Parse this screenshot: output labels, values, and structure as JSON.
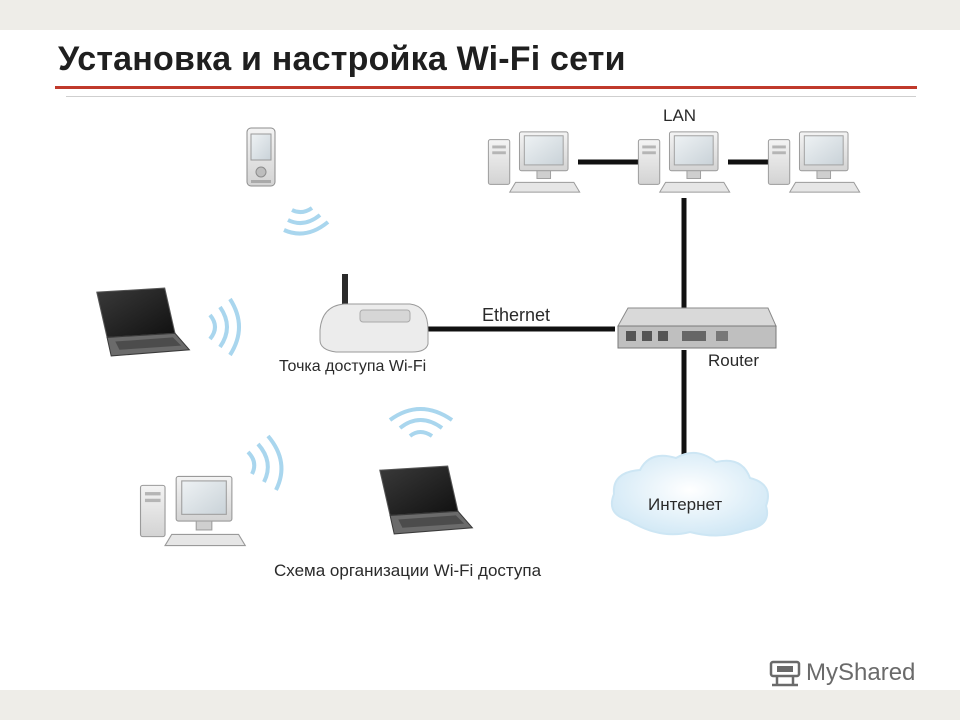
{
  "slide": {
    "title": "Установка и настройка Wi-Fi сети"
  },
  "diagram": {
    "nodes": {
      "lan_label": "LAN",
      "ethernet_label": "Ethernet",
      "router_label": "Router",
      "access_point_label": "Точка доступа Wi-Fi",
      "internet_label": "Интернет",
      "caption": "Схема организации Wi-Fi доступа"
    },
    "icons": [
      "pda-icon",
      "laptop-icon",
      "desktop-computer-icon",
      "wifi-access-point-icon",
      "router-icon",
      "cloud-icon",
      "wifi-signal-icon"
    ]
  },
  "watermark": {
    "text": "MyShared"
  },
  "colors": {
    "accent_rule": "#c0392b",
    "cable": "#111111",
    "wifi_waves": "#a9d6ee",
    "cloud": "#dbeef8"
  }
}
